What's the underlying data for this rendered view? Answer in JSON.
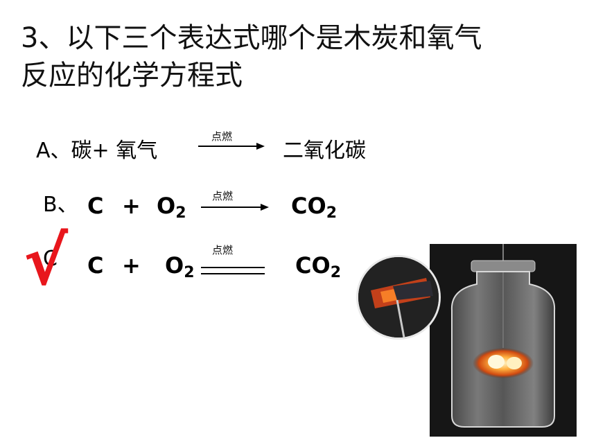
{
  "question": {
    "line1": "3、以下三个表达式哪个是木炭和氧气",
    "line2": "反应的化学方程式"
  },
  "options": {
    "A": {
      "label": "A、",
      "left": "碳+ 氧气",
      "condition": "点燃",
      "right": "二氧化碳"
    },
    "B": {
      "label": "B、",
      "r1": "C",
      "plus": "+",
      "r2": "O",
      "r2_sub": "2",
      "condition": "点燃",
      "p": "CO",
      "p_sub": "2"
    },
    "C": {
      "label": "C",
      "r1": "C",
      "plus": "+",
      "r2": "O",
      "r2_sub": "2",
      "condition": "点燃",
      "p": "CO",
      "p_sub": "2"
    }
  },
  "checkmark": "√",
  "colors": {
    "check": "#e8161c"
  }
}
